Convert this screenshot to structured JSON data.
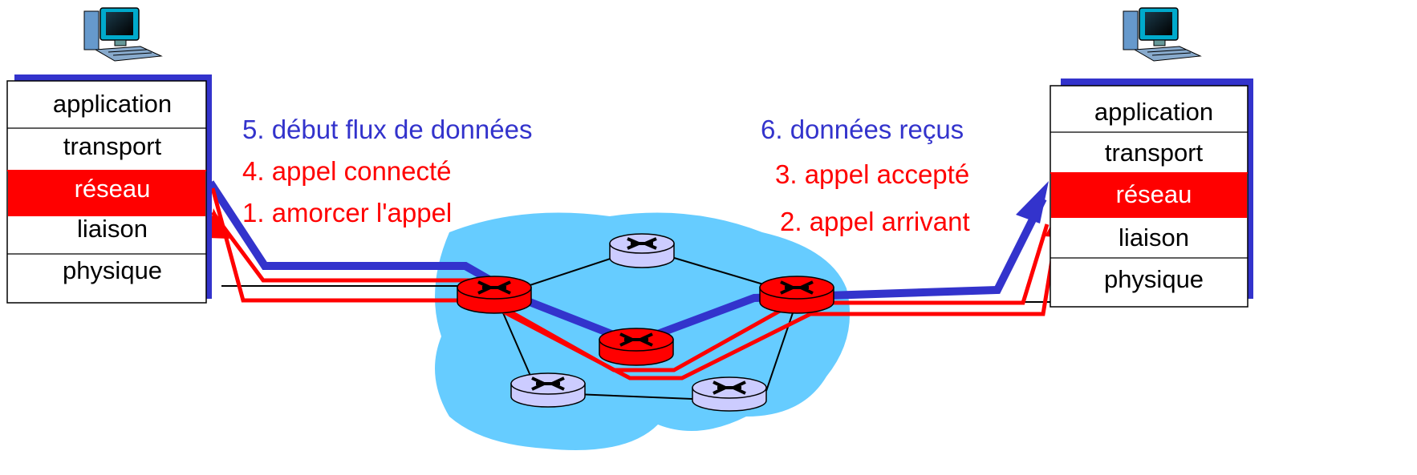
{
  "colors": {
    "blue": "#3333cc",
    "red": "#ff0000",
    "network_cloud": "#66ccff",
    "active_router": "#ff0000",
    "idle_router": "#ccccff",
    "stack_shadow": "#3333cc"
  },
  "left_host": {
    "icon": "computer-icon",
    "layers": [
      "application",
      "transport",
      "réseau",
      "liaison",
      "physique"
    ],
    "highlighted_layer": "réseau"
  },
  "right_host": {
    "icon": "computer-icon",
    "layers": [
      "application",
      "transport",
      "réseau",
      "liaison",
      "physique"
    ],
    "highlighted_layer": "réseau"
  },
  "steps_left": {
    "s5": "5. début flux de données",
    "s4": "4. appel connecté",
    "s1": "1. amorcer l'appel"
  },
  "steps_right": {
    "s6": "6. données reçus",
    "s3": "3. appel accepté",
    "s2": "2. appel arrivant"
  },
  "network": {
    "icon": "router-icon",
    "routers": [
      {
        "id": "r-left",
        "active": true
      },
      {
        "id": "r-top",
        "active": false
      },
      {
        "id": "r-center",
        "active": true
      },
      {
        "id": "r-right",
        "active": true
      },
      {
        "id": "r-bottom-left",
        "active": false
      },
      {
        "id": "r-bottom-right",
        "active": false
      }
    ]
  }
}
